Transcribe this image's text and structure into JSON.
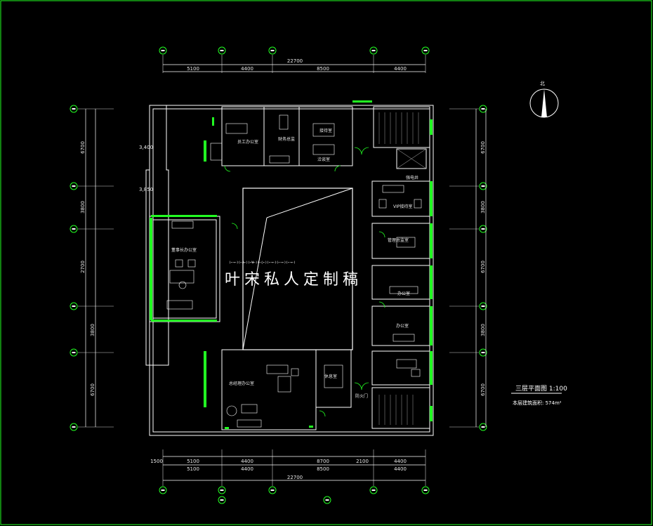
{
  "dimensions": {
    "top_total": "22700",
    "top_segments": [
      "5100",
      "4400",
      "8500",
      "4400"
    ],
    "bottom_row1": [
      "1500",
      "5100",
      "4400",
      "8700",
      "2100",
      "4400"
    ],
    "bottom_row2": [
      "5100",
      "4400",
      "8500",
      "4400"
    ],
    "bottom_total": "22700",
    "left_segments": [
      "6700",
      "3800",
      "2700",
      "3800",
      "6700"
    ],
    "right_segments": [
      "6700",
      "3800",
      "6700",
      "3800",
      "6700"
    ],
    "left_small": [
      "3,400",
      "3,850"
    ]
  },
  "rooms": [
    {
      "id": "staff-office",
      "label": "员工办公室"
    },
    {
      "id": "finance",
      "label": "财务总监"
    },
    {
      "id": "meeting",
      "label": "接待室"
    },
    {
      "id": "reception",
      "label": "洽谈室"
    },
    {
      "id": "chairman-office",
      "label": "董事长办公室"
    },
    {
      "id": "vip",
      "label": "VIP接待室"
    },
    {
      "id": "manager",
      "label": "管理总监室"
    },
    {
      "id": "office1",
      "label": "办公室"
    },
    {
      "id": "office2",
      "label": "办公室"
    },
    {
      "id": "gm-office",
      "label": "总经理办公室"
    },
    {
      "id": "lounge",
      "label": "休息室"
    },
    {
      "id": "electric",
      "label": "强电井"
    },
    {
      "id": "fire",
      "label": "防火门"
    }
  ],
  "north_label": "北",
  "watermark": "叶宋私人定制稿",
  "watermark_tag": "(⌐¬⌐)(⌐A⌐)(⌐W⌐)(⌐◊⌐)(⌐¬⌐)(⌐¬⌐)(⌐¬⌐)",
  "plan_title": "三层平面图 1:100",
  "plan_area": "本层建筑面积: 574m²",
  "colors": {
    "wall": "#ffffff",
    "door": "#22ff22",
    "background": "#000000"
  }
}
